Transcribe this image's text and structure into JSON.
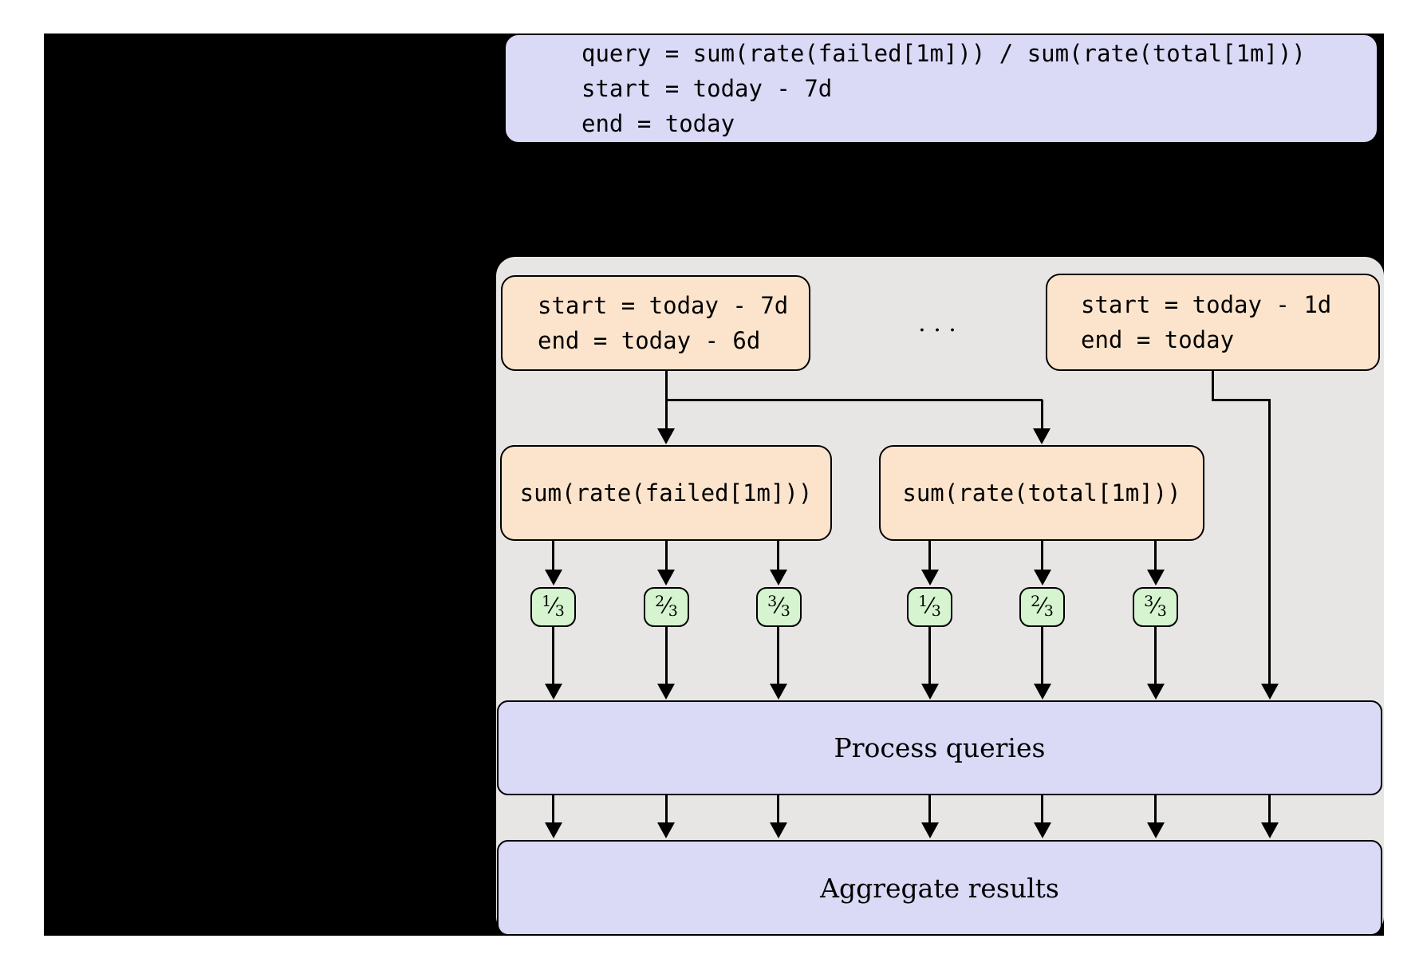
{
  "figure": {
    "kind": "query-sharding-flow-diagram"
  },
  "code_box": {
    "lines": [
      "query = sum(rate(failed[1m])) / sum(rate(total[1m]))",
      "start = today - 7d",
      "end = today"
    ]
  },
  "panel": {
    "ellipsis": ". . .",
    "range_boxes": [
      {
        "lines": [
          "start = today - 7d",
          "end = today - 6d"
        ]
      },
      {
        "lines": [
          "start = today - 1d",
          "end = today"
        ]
      }
    ],
    "query_boxes": [
      {
        "label": "sum(rate(failed[1m]))"
      },
      {
        "label": "sum(rate(total[1m]))"
      }
    ],
    "shards": [
      {
        "num": "1",
        "den": "3"
      },
      {
        "num": "2",
        "den": "3"
      },
      {
        "num": "3",
        "den": "3"
      },
      {
        "num": "1",
        "den": "3"
      },
      {
        "num": "2",
        "den": "3"
      },
      {
        "num": "3",
        "den": "3"
      }
    ],
    "frac_slash": "⁄",
    "process_bar": {
      "label": "Process queries"
    },
    "aggregate_bar": {
      "label": "Aggregate results"
    }
  },
  "colors": {
    "black": "#000000",
    "panel": "#e7e6e5",
    "lavender": "#dad9f6",
    "orange": "#fce4cc",
    "green": "#d5f4cf",
    "border": "#000000"
  }
}
